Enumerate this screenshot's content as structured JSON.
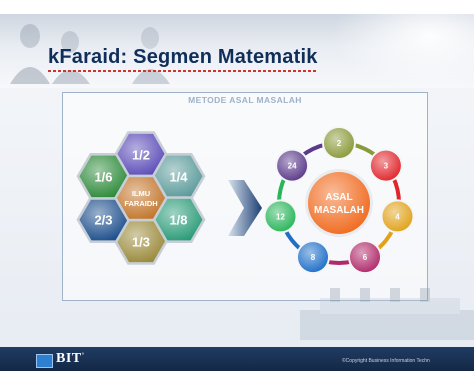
{
  "slide": {
    "title": "kFaraid: Segmen Matematik",
    "diagram_title": "METODE ASAL MASALAH"
  },
  "hexagons": {
    "center_label_line1": "ILMU",
    "center_label_line2": "FARAIDH",
    "cells": [
      {
        "label": "1/2",
        "color": "#5b4bb8"
      },
      {
        "label": "1/4",
        "color": "#5b9a9a"
      },
      {
        "label": "1/8",
        "color": "#2a9b77"
      },
      {
        "label": "1/3",
        "color": "#9a8a3a"
      },
      {
        "label": "2/3",
        "color": "#1d4f8c"
      },
      {
        "label": "1/6",
        "color": "#2d8a3a"
      }
    ],
    "center_color": "#c2762c"
  },
  "cycle": {
    "center_label_line1": "ASAL",
    "center_label_line2": "MASALAH",
    "center_color": "#f06a1e",
    "nodes": [
      {
        "label": "2",
        "color": "#8a9a3a"
      },
      {
        "label": "3",
        "color": "#e0262c"
      },
      {
        "label": "4",
        "color": "#e0a21a"
      },
      {
        "label": "6",
        "color": "#b02a6a"
      },
      {
        "label": "8",
        "color": "#1f6fc8"
      },
      {
        "label": "12",
        "color": "#2ab55a"
      },
      {
        "label": "24",
        "color": "#5b3a8a"
      }
    ]
  },
  "footer": {
    "logo_text": "BIT",
    "logo_mark": "°",
    "copyright": "©Copyright Business Information Techn"
  },
  "icons": [
    "arrow-right-icon",
    "logo-square-icon"
  ]
}
